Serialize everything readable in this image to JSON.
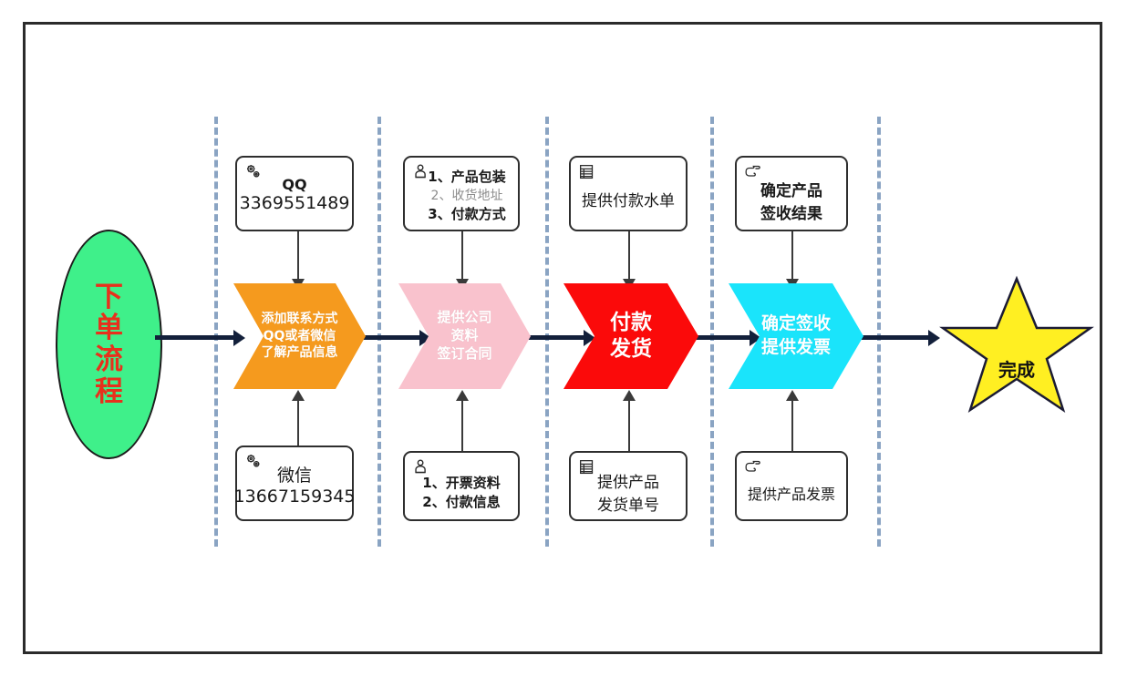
{
  "diagram": {
    "title": "下单流程",
    "start": {
      "label": "下单流程",
      "fill": "#3ff08a",
      "text_color": "#e8301c"
    },
    "end": {
      "label": "完成",
      "fill": "#ffef22",
      "text_color": "#111111"
    },
    "stages": [
      {
        "id": "stage-contact",
        "chevron": {
          "lines": [
            "添加联系方式",
            "QQ或者微信",
            "了解产品信息"
          ],
          "fill": "#f59a1e",
          "text_color": "#ffffff"
        },
        "top_box": {
          "icon": "gears-icon",
          "lines": [
            {
              "text": "QQ",
              "style": "bold"
            },
            {
              "text": "3369551489",
              "style": "normal"
            }
          ]
        },
        "bottom_box": {
          "icon": "gears-icon",
          "lines": [
            {
              "text": "微信",
              "style": "normal"
            },
            {
              "text": "13667159345",
              "style": "normal"
            }
          ]
        }
      },
      {
        "id": "stage-company-info",
        "chevron": {
          "lines": [
            "提供公司",
            "资料",
            "签订合同"
          ],
          "fill": "#f9c2cd",
          "text_color": "#ffffff"
        },
        "top_box": {
          "icon": "person-icon",
          "lines": [
            {
              "text": "1、产品包装",
              "style": "bold"
            },
            {
              "text": "2、收货地址",
              "style": "muted"
            },
            {
              "text": "3、付款方式",
              "style": "bold"
            }
          ]
        },
        "bottom_box": {
          "icon": "person-icon",
          "lines": [
            {
              "text": "1、开票资料",
              "style": "bold"
            },
            {
              "text": "2、付款信息",
              "style": "bold"
            }
          ]
        }
      },
      {
        "id": "stage-payment-shipping",
        "chevron": {
          "lines": [
            "付款",
            "发货"
          ],
          "fill": "#fb0a0a",
          "text_color": "#ffffff"
        },
        "top_box": {
          "icon": "document-list-icon",
          "lines": [
            {
              "text": "提供付款水单",
              "style": "normal"
            }
          ]
        },
        "bottom_box": {
          "icon": "document-list-icon",
          "lines": [
            {
              "text": "提供产品",
              "style": "normal"
            },
            {
              "text": "发货单号",
              "style": "normal"
            }
          ]
        }
      },
      {
        "id": "stage-receipt-invoice",
        "chevron": {
          "lines": [
            "确定签收",
            "提供发票"
          ],
          "fill": "#1ae4fb",
          "text_color": "#ffffff"
        },
        "top_box": {
          "icon": "pointing-hand-icon",
          "lines": [
            {
              "text": "确定产品",
              "style": "bold"
            },
            {
              "text": "签收结果",
              "style": "bold"
            }
          ]
        },
        "bottom_box": {
          "icon": "pointing-hand-icon",
          "lines": [
            {
              "text": "提供产品发票",
              "style": "normal"
            }
          ]
        }
      }
    ],
    "colors": {
      "separator": "#8aa4c3",
      "flow_arrow": "#13203b",
      "link_arrow": "#3a3a3a",
      "frame": "#2b2b2b"
    }
  }
}
